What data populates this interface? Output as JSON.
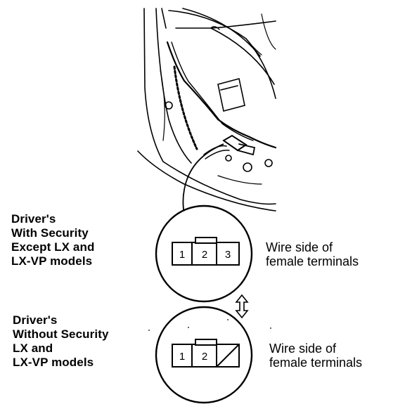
{
  "connector_a": {
    "title_lines": [
      "Driver's",
      "With Security",
      "Except LX and",
      "LX-VP models"
    ],
    "pins": [
      "1",
      "2",
      "3"
    ],
    "wire_side_lines": [
      "Wire side of",
      "female terminals"
    ]
  },
  "connector_b": {
    "title_lines": [
      "Driver's",
      "Without Security",
      "LX and",
      "LX-VP models"
    ],
    "pins": [
      "1",
      "2"
    ],
    "wire_side_lines": [
      "Wire side of",
      "female terminals"
    ]
  }
}
